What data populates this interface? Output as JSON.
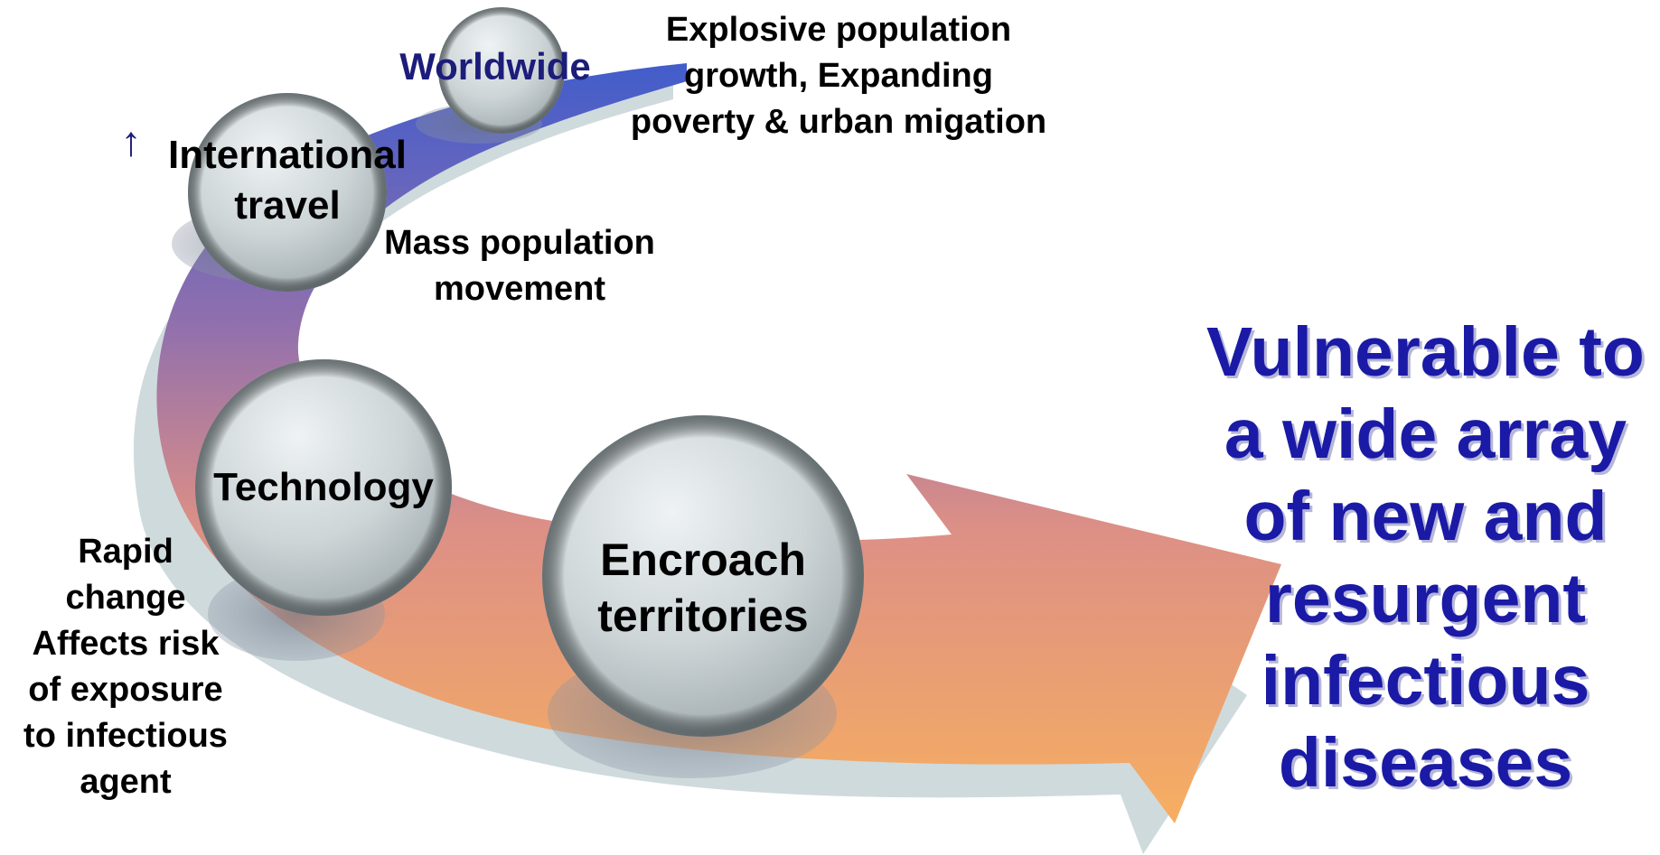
{
  "labels": {
    "worldwide": "Worldwide",
    "explosive": "Explosive population\ngrowth, Expanding\npoverty & urban migation",
    "international_travel": "International\ntravel",
    "mass_population": "Mass population\nmovement",
    "technology": "Technology",
    "rapid_change": "Rapid\nchange\nAffects risk\nof exposure\nto infectious\nagent",
    "encroach": "Encroach\nterritories",
    "up_arrow": "↑"
  },
  "headline": "Vulnerable to\na wide array\nof new and\nresurgent\ninfectious\ndiseases",
  "colors": {
    "arrow_top": "#4a62c8",
    "arrow_mid": "#9a7aa8",
    "arrow_bottom": "#f4a968",
    "sphere": "#c9d1d3",
    "shadow_band": "#cfdadd",
    "headline": "#1a1aa6"
  }
}
